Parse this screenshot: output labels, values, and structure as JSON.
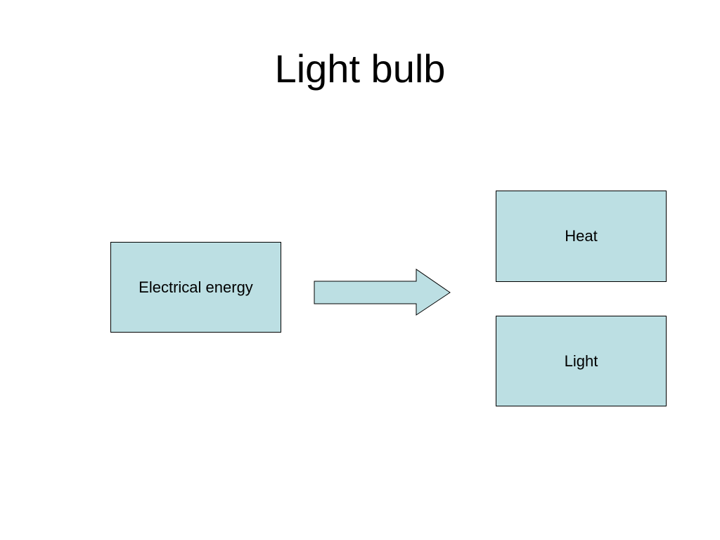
{
  "slide": {
    "title": "Light bulb"
  },
  "diagram": {
    "source": {
      "label": "Electrical energy"
    },
    "outputs": [
      {
        "label": "Heat"
      },
      {
        "label": "Light"
      }
    ],
    "colors": {
      "box_fill": "#bcdfe3",
      "box_border": "#000000",
      "arrow_fill": "#bcdfe3"
    }
  }
}
